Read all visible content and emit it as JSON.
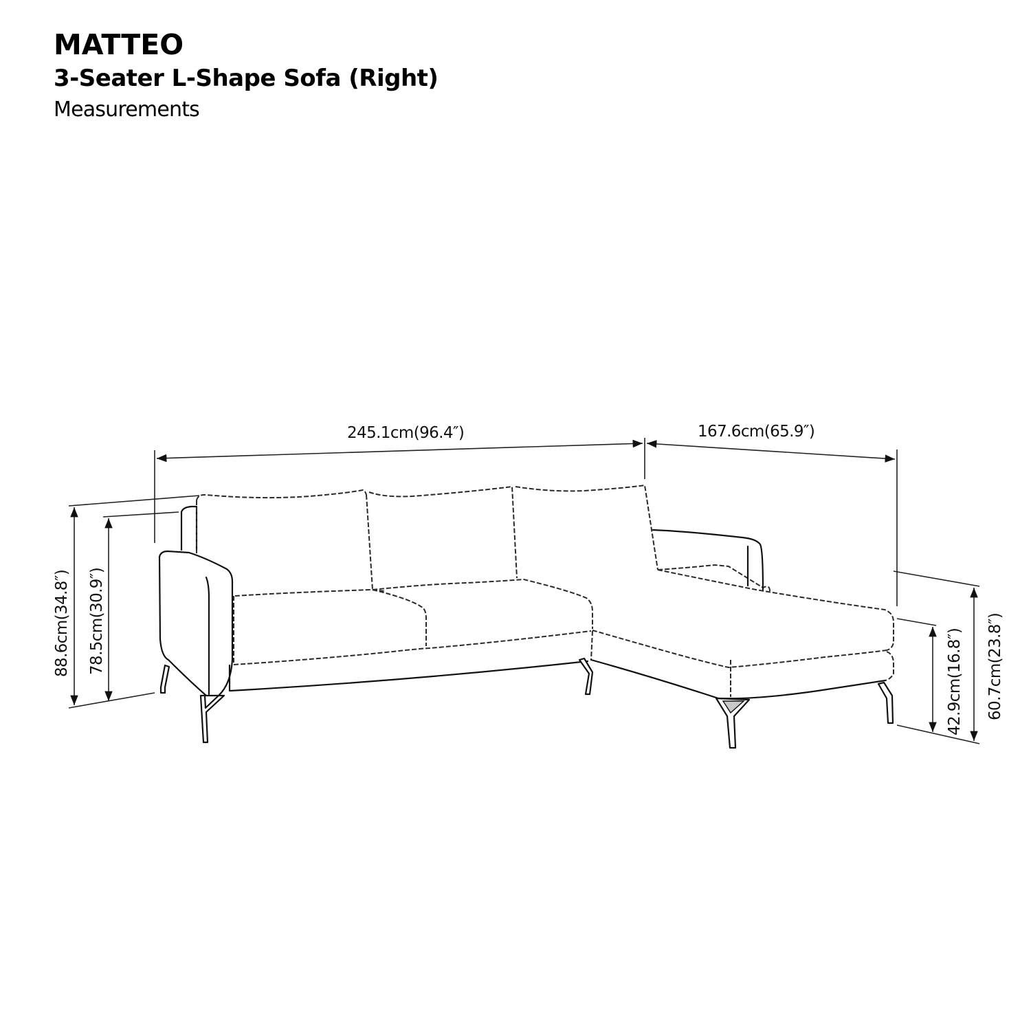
{
  "header": {
    "brand": "MATTEO",
    "product": "3-Seater L-Shape Sofa (Right)",
    "section": "Measurements"
  },
  "dimensions": {
    "main_width": "245.1cm(96.4″)",
    "chaise_length": "167.6cm(65.9″)",
    "overall_height": "88.6cm(34.8″)",
    "back_height": "78.5cm(30.9″)",
    "arm_height": "60.7cm(23.8″)",
    "seat_height": "42.9cm(16.8″)"
  },
  "colors": {
    "line": "#1a1a1a",
    "leg_accent": "#c8c8c8",
    "background": "#ffffff"
  }
}
